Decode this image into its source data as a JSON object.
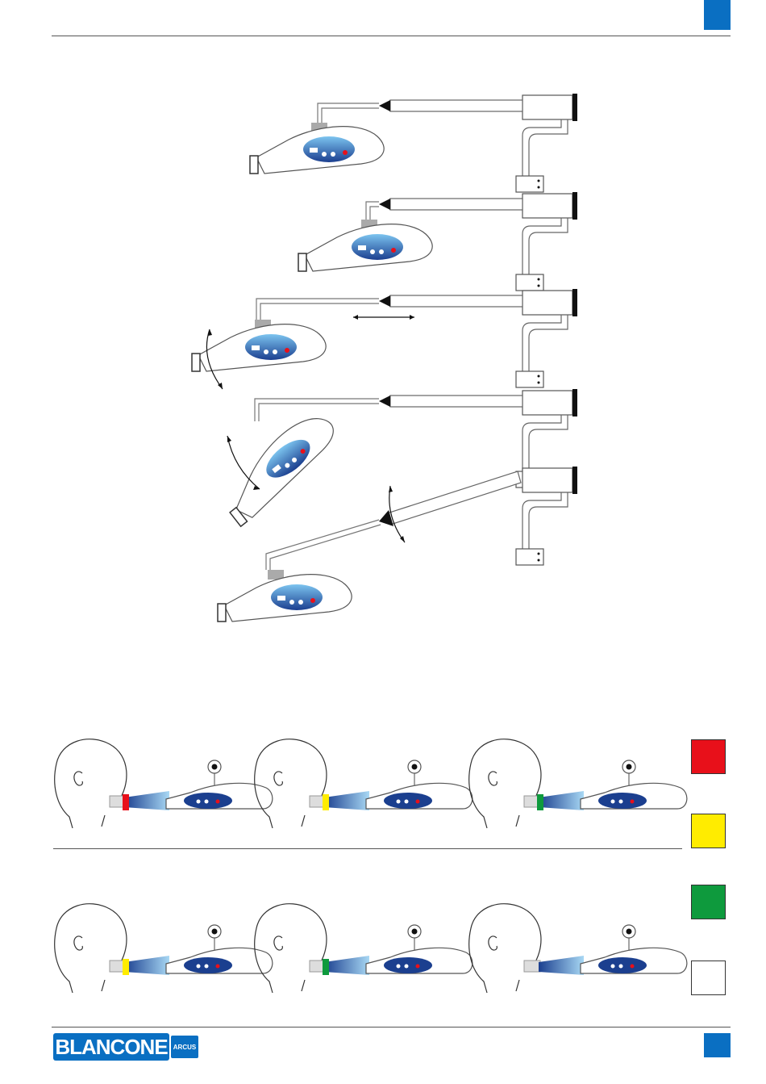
{
  "colors": {
    "accent": "#0a6fc2",
    "lamp_body_dark": "#1b3f8f",
    "lamp_body_light": "#3f8fd6",
    "status_red": "#e8101a",
    "status_yellow": "#ffec00",
    "status_green": "#0e9a3d",
    "status_white": "#ffffff"
  },
  "logo": {
    "brand": "BLANCONE",
    "sub": "ARCUS"
  },
  "status_swatches": [
    {
      "name": "red",
      "color": "#e8101a"
    },
    {
      "name": "yellow",
      "color": "#ffec00"
    },
    {
      "name": "green",
      "color": "#0e9a3d"
    },
    {
      "name": "white",
      "color": "#ffffff"
    }
  ],
  "mouth_panels": [
    {
      "tip": "#e8101a"
    },
    {
      "tip": "#ffec00"
    },
    {
      "tip": "#0e9a3d"
    },
    {
      "tip": "#ffec00"
    },
    {
      "tip": "#0e9a3d"
    },
    {
      "tip": "none"
    }
  ],
  "arm_positions": [
    {
      "pose": "default"
    },
    {
      "pose": "shifted"
    },
    {
      "pose": "horizontal-slide"
    },
    {
      "pose": "tilted"
    },
    {
      "pose": "lowered"
    }
  ]
}
